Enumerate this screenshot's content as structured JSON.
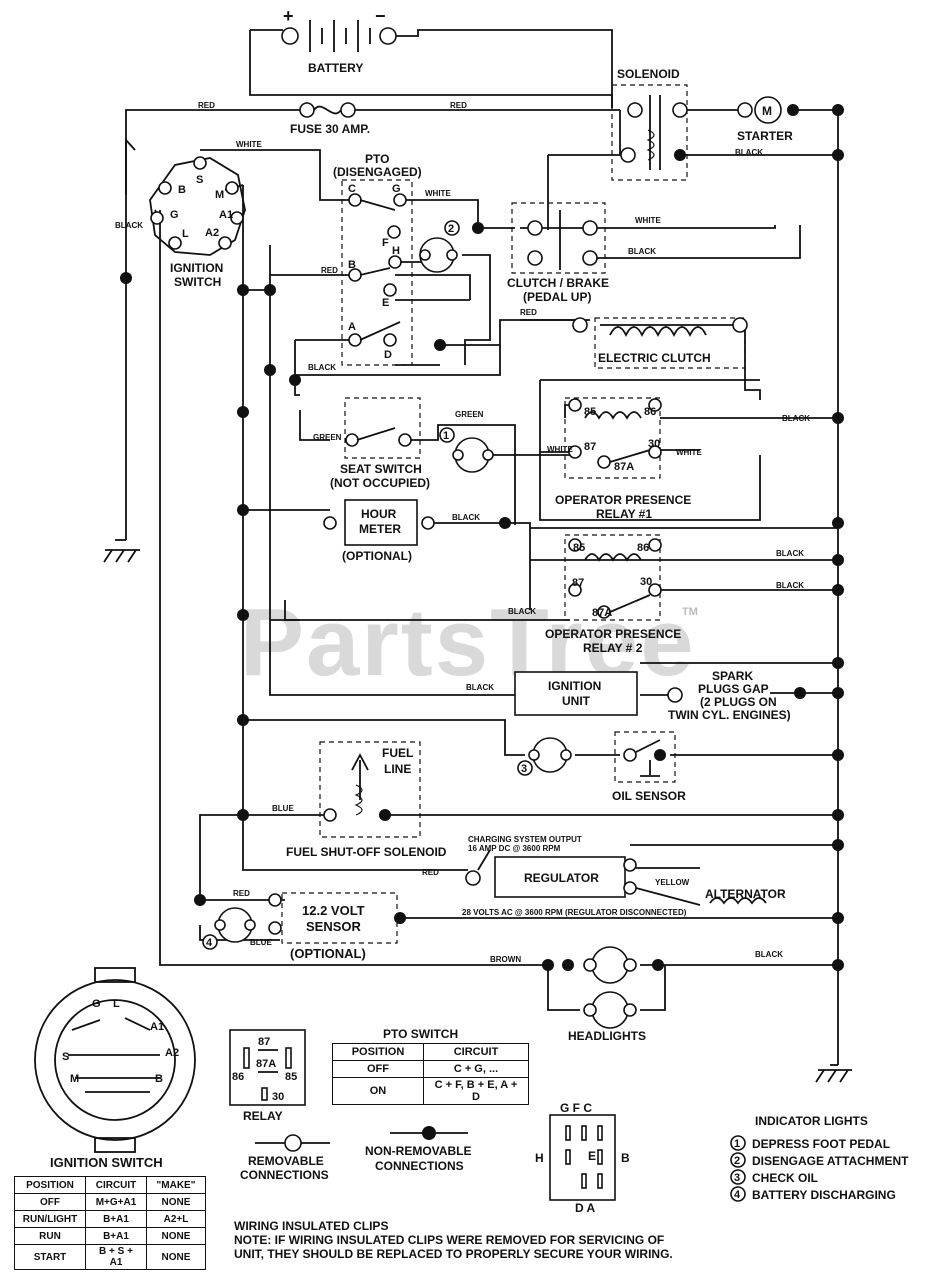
{
  "watermark": "PartsTree",
  "watermark_tm": "TM",
  "components": {
    "battery": "BATTERY",
    "battery_plus": "+",
    "battery_minus": "−",
    "solenoid": "SOLENOID",
    "fuse": "FUSE 30 AMP.",
    "starter": "STARTER",
    "starter_m": "M",
    "pto_title": "PTO",
    "pto_state": "(DISENGAGED)",
    "ignition_switch": "IGNITION",
    "ignition_switch2": "SWITCH",
    "clutch_brake": "CLUTCH / BRAKE",
    "clutch_brake2": "(PEDAL UP)",
    "electric_clutch": "ELECTRIC CLUTCH",
    "seat_switch": "SEAT SWITCH",
    "seat_switch2": "(NOT OCCUPIED)",
    "relay1": "OPERATOR PRESENCE",
    "relay1b": "RELAY #1",
    "hour_meter": "HOUR",
    "hour_meter2": "METER",
    "hour_meter_opt": "(OPTIONAL)",
    "relay2": "OPERATOR PRESENCE",
    "relay2b": "RELAY # 2",
    "ignition_unit": "IGNITION",
    "ignition_unit2": "UNIT",
    "spark1": "SPARK",
    "spark2": "PLUGS GAP",
    "spark3": "(2 PLUGS ON",
    "spark4": "TWIN CYL. ENGINES)",
    "oil_sensor": "OIL SENSOR",
    "fuel_line": "FUEL",
    "fuel_line2": "LINE",
    "fuel_solenoid": "FUEL SHUT-OFF SOLENOID",
    "charging1": "CHARGING SYSTEM OUTPUT",
    "charging2": "16 AMP DC @ 3600 RPM",
    "regulator": "REGULATOR",
    "alternator": "ALTERNATOR",
    "volts_note": "28 VOLTS AC @ 3600 RPM (REGULATOR DISCONNECTED)",
    "sensor1": "12.2 VOLT",
    "sensor2": "SENSOR",
    "sensor_opt": "(OPTIONAL)",
    "headlights": "HEADLIGHTS"
  },
  "pins": {
    "ign": [
      "B",
      "S",
      "M",
      "G",
      "A1",
      "L",
      "A2"
    ],
    "pto": [
      "C",
      "G",
      "F",
      "H",
      "B",
      "E",
      "A",
      "D"
    ],
    "r1": [
      "85",
      "86",
      "87",
      "30",
      "87A"
    ],
    "r2": [
      "85",
      "86",
      "87",
      "30",
      "87A"
    ]
  },
  "wires": {
    "red": "RED",
    "white": "WHITE",
    "black": "BLACK",
    "green": "GREEN",
    "blue": "BLUE",
    "yellow": "YELLOW",
    "brown": "BROWN"
  },
  "indicator_numbers": [
    "1",
    "2",
    "3",
    "4"
  ],
  "legend": {
    "relay": "RELAY",
    "relay_pins": [
      "87",
      "86",
      "87A",
      "85",
      "30"
    ],
    "removable": "REMOVABLE",
    "removable2": "CONNECTIONS",
    "nonremovable": "NON-REMOVABLE",
    "nonremovable2": "CONNECTIONS",
    "connector_top": "G F C",
    "connector_left": "H",
    "connector_right": "B",
    "connector_mid": "E",
    "connector_bottom": "D  A",
    "ign_face": [
      "G",
      "L",
      "A1",
      "A2",
      "S",
      "M",
      "B"
    ]
  },
  "pto_table": {
    "title": "PTO SWITCH",
    "headers": [
      "POSITION",
      "CIRCUIT"
    ],
    "rows": [
      [
        "OFF",
        "C + G, ..."
      ],
      [
        "ON",
        "C + F, B + E, A + D"
      ]
    ]
  },
  "ign_table": {
    "title": "IGNITION SWITCH",
    "headers": [
      "POSITION",
      "CIRCUIT",
      "\"MAKE\""
    ],
    "rows": [
      [
        "OFF",
        "M+G+A1",
        "NONE"
      ],
      [
        "RUN/LIGHT",
        "B+A1",
        "A2+L"
      ],
      [
        "RUN",
        "B+A1",
        "NONE"
      ],
      [
        "START",
        "B + S + A1",
        "NONE"
      ]
    ]
  },
  "indicator_lights": {
    "title": "INDICATOR LIGHTS",
    "items": [
      {
        "num": "1",
        "text": "DEPRESS FOOT PEDAL"
      },
      {
        "num": "2",
        "text": "DISENGAGE ATTACHMENT"
      },
      {
        "num": "3",
        "text": "CHECK OIL"
      },
      {
        "num": "4",
        "text": "BATTERY DISCHARGING"
      }
    ]
  },
  "notes": {
    "title": "WIRING INSULATED CLIPS",
    "line1": "NOTE: IF WIRING INSULATED CLIPS WERE REMOVED FOR SERVICING OF",
    "line2": "UNIT, THEY SHOULD BE REPLACED TO PROPERLY SECURE YOUR WIRING."
  }
}
